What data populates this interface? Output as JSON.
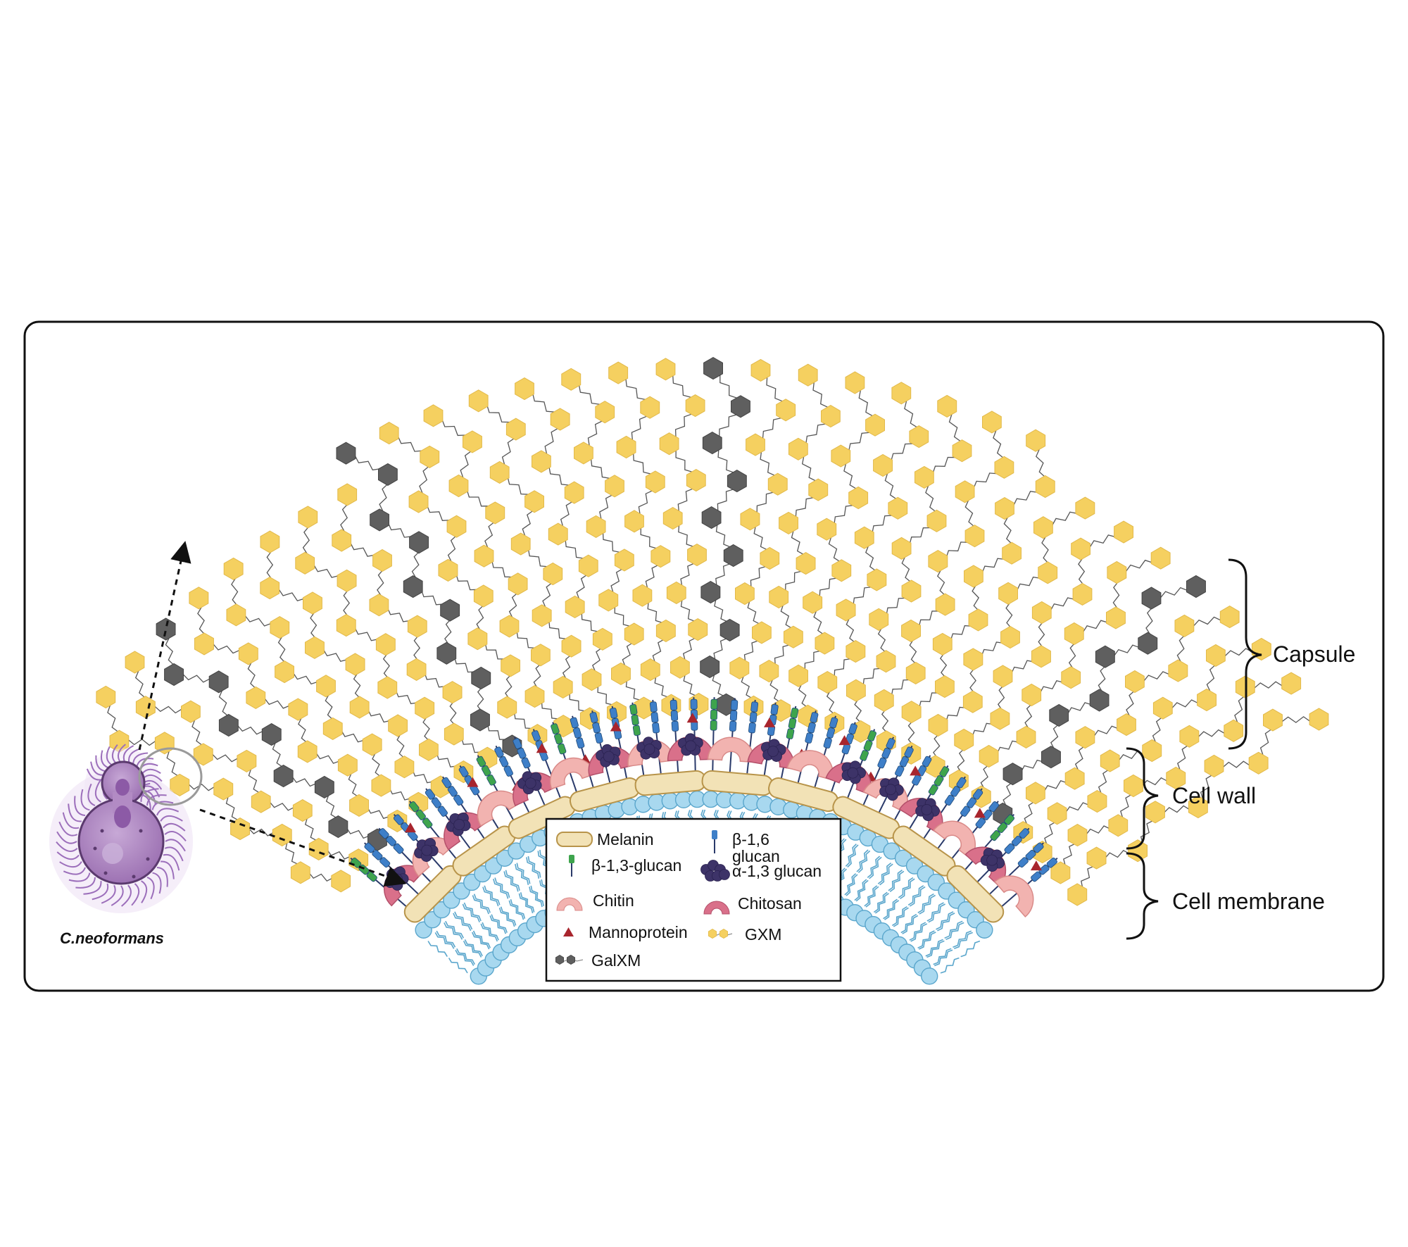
{
  "organism": {
    "name": "C.neoformans"
  },
  "layers": {
    "capsule": "Capsule",
    "cell_wall": "Cell wall",
    "cell_membrane": "Cell membrane"
  },
  "legend": {
    "melanin": "Melanin",
    "beta16_line1": "β-1,6",
    "beta16_line2": "glucan",
    "beta13": "β-1,3-glucan",
    "alpha13": "α-1,3 glucan",
    "chitin": "Chitin",
    "chitosan": "Chitosan",
    "mannoprotein": "Mannoprotein",
    "gxm": "GXM",
    "galxm": "GalXM"
  },
  "colors": {
    "gxm": "#f5d060",
    "galxm": "#5f5f5f",
    "melanin": "#f2e2b6",
    "melanin_stroke": "#b8944a",
    "membrane": "#a8d8ef",
    "membrane_stroke": "#5aa6cc",
    "beta16": "#3e7fc8",
    "beta13": "#3ea44d",
    "alpha13": "#3d3368",
    "chitin": "#f2b3b0",
    "chitosan": "#d9708a",
    "mannoprotein": "#a8252d",
    "cell_body": "#b28bc4"
  }
}
